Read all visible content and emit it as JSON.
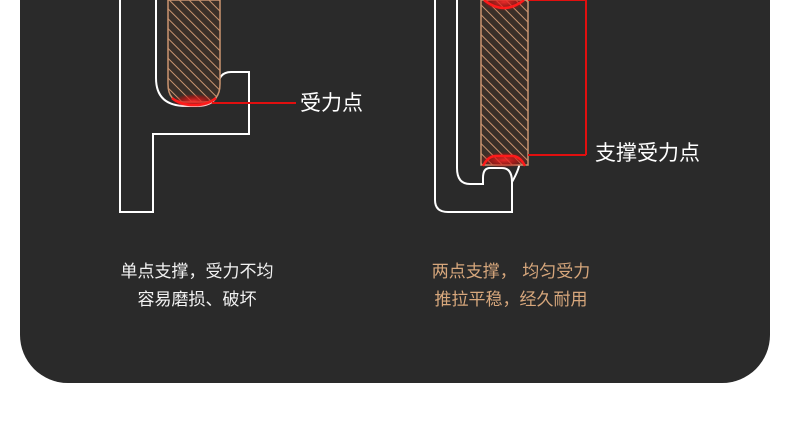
{
  "left_design": {
    "callout_label": "受力点",
    "caption_line1": "单点支撑，受力不均",
    "caption_line2": "容易磨损、破坏"
  },
  "right_design": {
    "callout_label": "支撑受力点",
    "caption_line1": "两点支撑，  均匀受力",
    "caption_line2": "推拉平稳，经久耐用"
  },
  "colors": {
    "panel_background": "#2a2a2a",
    "outline": "#ffffff",
    "contact_highlight": "#e10f0f",
    "hatch_fill": "#c99470",
    "accent_caption": "#d7a77c"
  }
}
